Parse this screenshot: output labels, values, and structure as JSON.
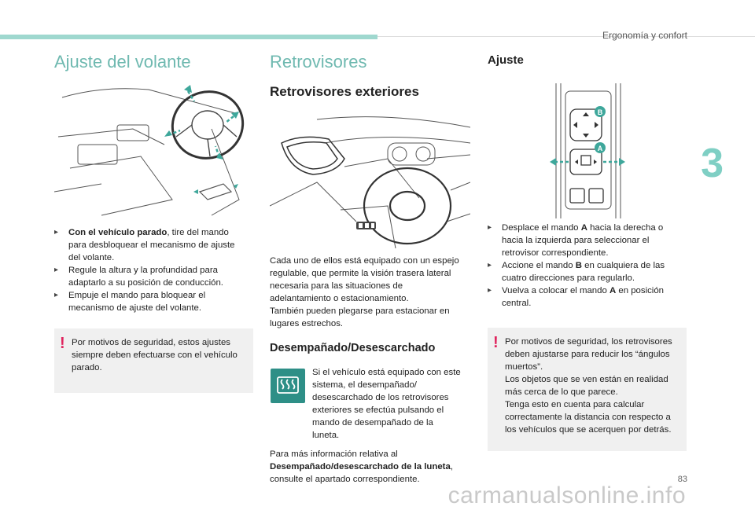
{
  "header": {
    "chapter_title": "Ergonomía y confort",
    "chapter_number": "3",
    "page_number": "83"
  },
  "watermark": "carmanualsonline.info",
  "colors": {
    "accent": "#6fb9b0",
    "warning": "#e0245e",
    "note_bg": "#f0f0f0",
    "defrost_bg": "#2e8f87"
  },
  "steering": {
    "title": "Ajuste del volante",
    "bullets": [
      {
        "bold": "Con el vehículo parado",
        "text": ", tire del mando para desbloquear el mecanismo de ajuste del volante."
      },
      {
        "bold": "",
        "text": "Regule la altura y la profundidad para adaptarlo a su posición de conducción."
      },
      {
        "bold": "",
        "text": "Empuje el mando para bloquear el mecanismo de ajuste del volante."
      }
    ],
    "note": "Por motivos de seguridad, estos ajustes siempre deben efectuarse con el vehículo parado."
  },
  "mirrors": {
    "title": "Retrovisores",
    "subtitle": "Retrovisores exteriores",
    "intro_1": "Cada uno de ellos está equipado con un espejo regulable, que permite la visión trasera lateral necesaria para las situaciones de adelantamiento o estacionamiento.",
    "intro_2": "También pueden plegarse para estacionar en lugares estrechos.",
    "defrost_title": "Desempañado/Desescarchado",
    "defrost_text": "Si el vehículo está equipado con este sistema, el desempañado/ desescarchado de los retrovisores exteriores se efectúa pulsando el mando de desempañado de la luneta.",
    "more_info_prefix": "Para más información relativa al ",
    "more_info_bold": "Desempañado/desescarchado de la luneta",
    "more_info_suffix": ", consulte el apartado correspondiente."
  },
  "adjust": {
    "title": "Ajuste",
    "label_a": "A",
    "label_b": "B",
    "bullets": [
      {
        "pre": "Desplace el mando ",
        "bold": "A",
        "post": " hacia la derecha o hacia la izquierda para seleccionar el retrovisor correspondiente."
      },
      {
        "pre": "Accione el mando ",
        "bold": "B",
        "post": " en cualquiera de las cuatro direcciones para regularlo."
      },
      {
        "pre": "Vuelva a colocar el mando ",
        "bold": "A",
        "post": " en posición central."
      }
    ],
    "note_lines": [
      "Por motivos de seguridad, los retrovisores deben ajustarse para reducir los “ángulos muertos”.",
      "Los objetos que se ven están en realidad más cerca de lo que parece.",
      "Tenga esto en cuenta para calcular correctamente la distancia con respecto a los vehículos que se acerquen por detrás."
    ]
  }
}
